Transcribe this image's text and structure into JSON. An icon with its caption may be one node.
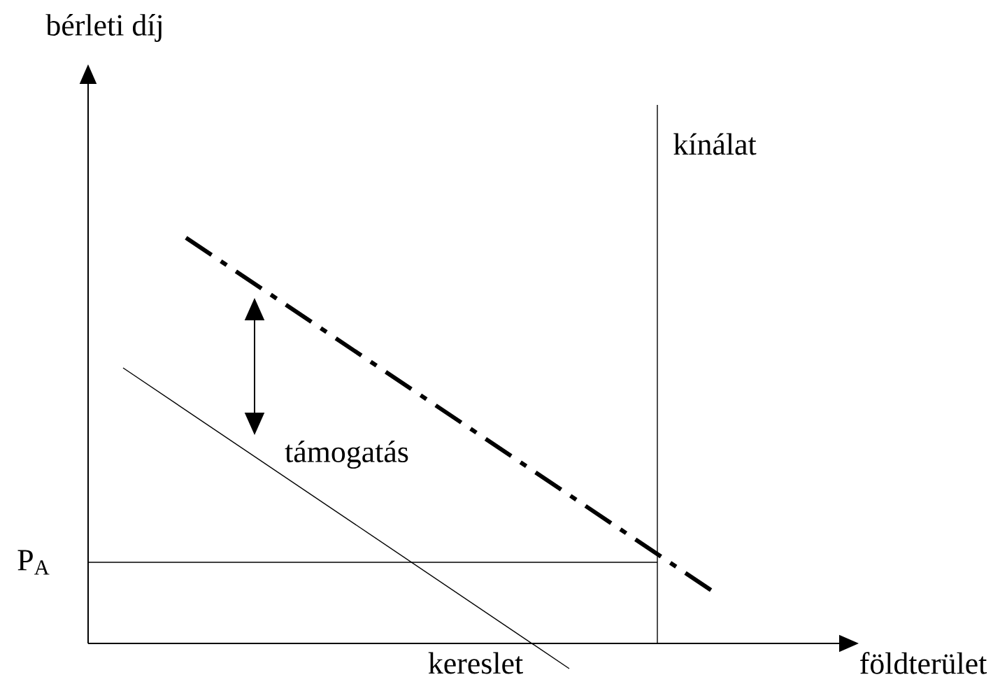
{
  "diagram": {
    "labels": [
      "bérleti díj",
      "kínálat",
      "támogatás",
      "P$_{A}$",
      "kereslet",
      "földterület"
    ]
  }
}
